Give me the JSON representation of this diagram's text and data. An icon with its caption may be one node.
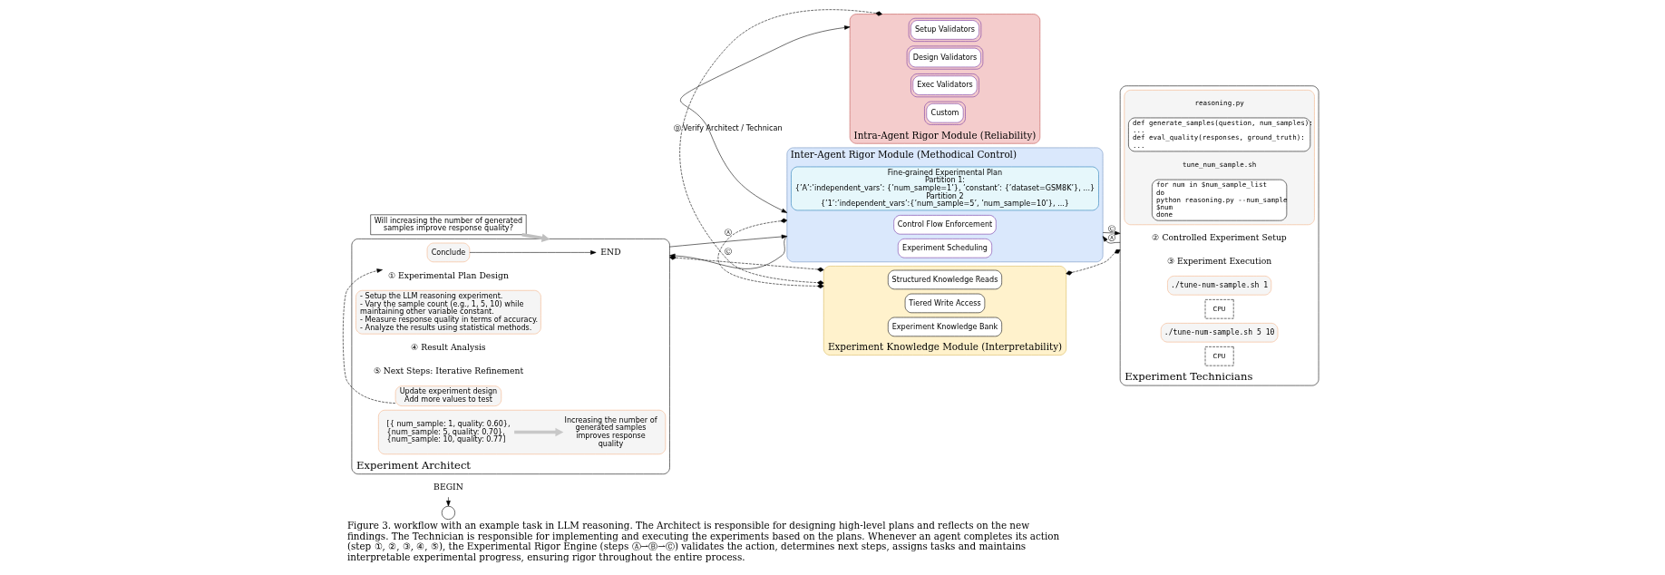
{
  "diagram": {
    "caption": "Figure 3. workflow with an example task in LLM reasoning. The Architect is responsible for designing high-level plans and reflects on the new findings. The Technician is responsible for implementing and executing the experiments based on the plans. Whenever an agent completes its action (step ①, ②, ③, ④, ⑤), the Experimental Rigor Engine (steps Ⓐ⇀Ⓑ⇀Ⓒ) validates the action, determines next steps, assigns tasks and maintains interpretable experimental progress, ensuring rigor throughout the entire process.",
    "nodes": [
      {
        "text": [
          "BEGIN"
        ]
      },
      {
        "text": [],
        "shape": "person"
      },
      {
        "text": [
          "Will increasing the number of generated samples improve response quality?"
        ]
      },
      {
        "text": [
          "Experiment Architect"
        ]
      },
      {
        "text": [
          "① Experimental Plan Design"
        ],
        "in": 3
      },
      {
        "text": [
          "- Setup the LLM reasoning experiment.",
          "- Vary the sample count (e.g., 1, 5, 10) while maintaining other variable constant.",
          "- Measure response quality in terms of accuracy.",
          "- Analyze the results using statistical methods."
        ],
        "in": 3
      },
      {
        "text": [
          "④ Result Analysis"
        ],
        "in": 3
      },
      {
        "text": [],
        "shape": "box",
        "in": 3
      },
      {
        "text": [
          "[{ num_sample: 1, quality: 0.60}, {num_sample: 5, quality: 0.70}, {num_sample: 10, quality: 0.77]"
        ],
        "in": 7
      },
      {
        "text": [
          "Increasing the number of generated samples improves response quality"
        ],
        "in": 7
      },
      {
        "text": [
          "⑤ Next Steps: Iterative Refinement"
        ],
        "in": 3
      },
      {
        "text": [
          "Update experiment design",
          "Add more values to test"
        ],
        "in": 3
      },
      {
        "text": [
          "Conclude"
        ],
        "in": 3
      },
      {
        "text": [
          "END"
        ],
        "in": 3
      },
      {
        "text": [
          "Inter-Agent Rigor Module (Methodical Control)"
        ]
      },
      {
        "text": [
          "Fine-grained Experimental Plan",
          "Partition 1:",
          "{’A’:’independent_vars’: {’num_sample=1’}, ’constant’: {’dataset=GSM8K’}, ...}",
          "Partition 2",
          "{’1’:’independent_vars’:{’num_sample=5’, ’num_sample=10’}, ...}"
        ],
        "in": 14
      },
      {
        "text": [
          "Control Flow Enforcement"
        ],
        "in": 14
      },
      {
        "text": [
          "Experiment Scheduling"
        ],
        "in": 14
      },
      {
        "text": [
          "Intra-Agent Rigor Module (Reliability)"
        ]
      },
      {
        "text": [
          "Setup Validators"
        ],
        "in": 18
      },
      {
        "text": [
          "Design Validators"
        ],
        "in": 18
      },
      {
        "text": [
          "Exec Validators"
        ],
        "in": 18
      },
      {
        "text": [
          "Custom"
        ],
        "in": 18
      },
      {
        "text": [
          "Experiment Knowledge Module (Interpretability)"
        ]
      },
      {
        "text": [
          "Structured Knowledge Reads"
        ],
        "in": 23
      },
      {
        "text": [
          "Tiered Write Access"
        ],
        "in": 23
      },
      {
        "text": [
          "Experiment Knowledge Bank"
        ],
        "in": 23
      },
      {
        "text": [
          "Experiment Technicians"
        ]
      },
      {
        "text": [
          "② Controlled Experiment Setup"
        ],
        "in": 27
      },
      {
        "text": [],
        "shape": "box",
        "in": 27
      },
      {
        "text": [
          "reasoning.py"
        ],
        "in": 29
      },
      {
        "text": [
          "def generate_samples(question, num_samples):",
          "...",
          "def eval_quality(responses, ground_truth):",
          "..."
        ],
        "in": 29
      },
      {
        "text": [
          "tune_num_sample.sh"
        ],
        "in": 29
      },
      {
        "text": [
          "for num in $num_sample_list",
          "do",
          "python reasoning.py --num_sample",
          "$num",
          "done"
        ],
        "in": 29
      },
      {
        "text": [
          "③ Experiment Execution"
        ],
        "in": 27
      },
      {
        "text": [
          "./tune-num-sample.sh 1"
        ],
        "in": 27
      },
      {
        "text": [
          "CPU"
        ],
        "in": 27
      },
      {
        "text": [
          "./tune-num-sample.sh 5 10"
        ],
        "in": 27
      },
      {
        "text": [
          "CPU"
        ],
        "in": 27
      }
    ],
    "edges": [
      {
        "from": 0,
        "to": 1,
        "arrow": "to"
      },
      {
        "from": 2,
        "to": 3,
        "arrow": "to",
        "style": "thick",
        "color": "#bfbfbf"
      },
      {
        "from": 3,
        "to": 14,
        "arrow": "to",
        "label": "Ⓐ"
      },
      {
        "from": 14,
        "to": 3,
        "arrow": "to",
        "label": "Ⓒ"
      },
      {
        "from": 14,
        "to": 27,
        "arrow": "to",
        "label": "Ⓒ"
      },
      {
        "from": 27,
        "to": 14,
        "arrow": "to",
        "label": "Ⓐ"
      },
      {
        "from": 14,
        "to": 18,
        "arrow": "both",
        "label": "Ⓑ Verify Architect / Technican"
      },
      {
        "from": 14,
        "to": 23,
        "arrow": "other",
        "style": "dashed"
      },
      {
        "from": 18,
        "to": 23,
        "arrow": "other",
        "style": "dashed"
      },
      {
        "from": 3,
        "to": 23,
        "arrow": "other",
        "style": "dashed"
      },
      {
        "from": 23,
        "to": 27,
        "arrow": "other",
        "style": "dashed"
      },
      {
        "from": 11,
        "to": 4,
        "arrow": "to",
        "style": "dashed"
      },
      {
        "from": 12,
        "to": 13,
        "arrow": "to"
      },
      {
        "from": 8,
        "to": 9,
        "arrow": "to",
        "style": "thick",
        "color": "#c8c8c8"
      }
    ]
  }
}
